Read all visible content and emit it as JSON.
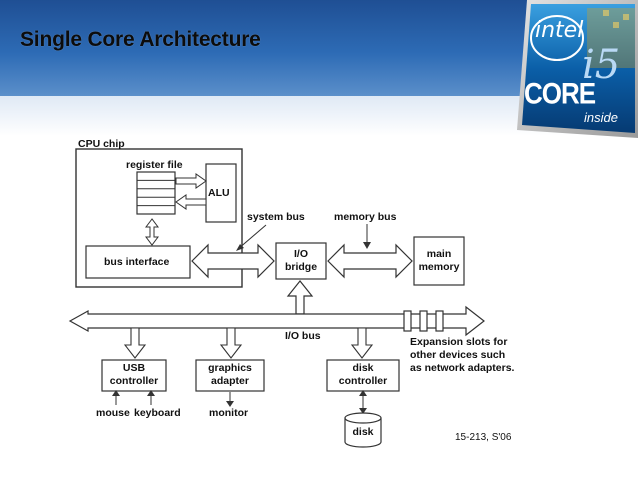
{
  "slide": {
    "title": "Single Core Architecture"
  },
  "logo": {
    "brand": "intel",
    "product": "CORE",
    "model": "i5",
    "tagline": "inside"
  },
  "diagram": {
    "cpu_chip": "CPU chip",
    "register_file": "register file",
    "alu": "ALU",
    "system_bus": "system bus",
    "memory_bus": "memory bus",
    "bus_interface": "bus interface",
    "io_bridge_line1": "I/O",
    "io_bridge_line2": "bridge",
    "main_memory_line1": "main",
    "main_memory_line2": "memory",
    "io_bus": "I/O bus",
    "expansion_line1": "Expansion slots for",
    "expansion_line2": "other devices such",
    "expansion_line3": "as network adapters.",
    "usb_line1": "USB",
    "usb_line2": "controller",
    "graphics_line1": "graphics",
    "graphics_line2": "adapter",
    "disk_ctrl_line1": "disk",
    "disk_ctrl_line2": "controller",
    "mouse": "mouse",
    "keyboard": "keyboard",
    "monitor": "monitor",
    "disk": "disk",
    "footnote": "15-213, S'06"
  },
  "colors": {
    "header": "#2d6bb5",
    "title": "#0c0c0c",
    "logo_blue": "#0b5fa8"
  }
}
